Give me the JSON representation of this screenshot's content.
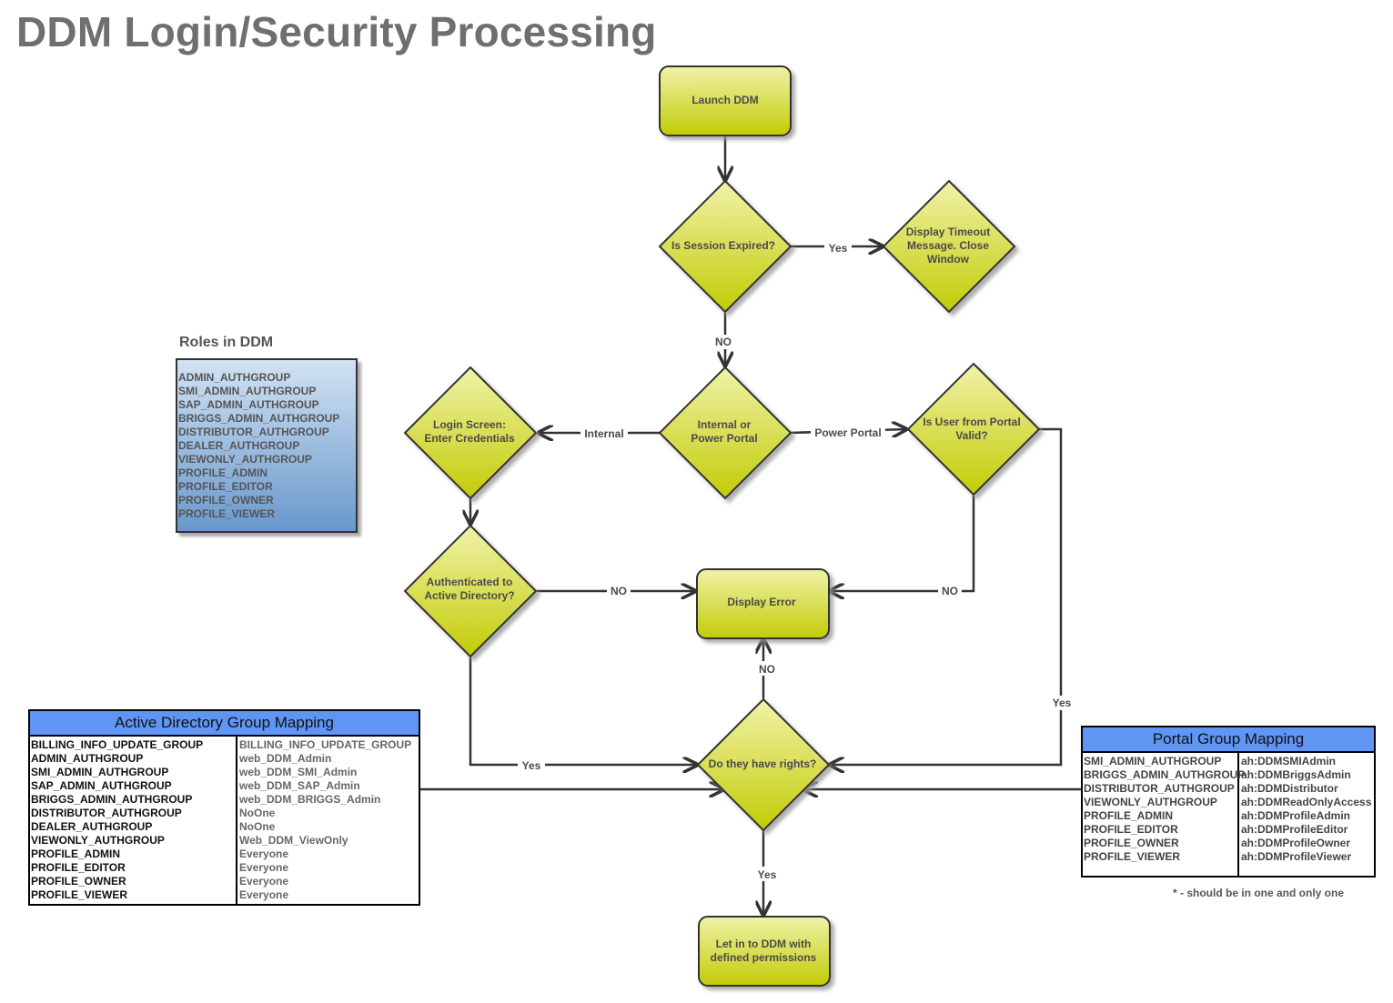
{
  "title": "DDM Login/Security Processing",
  "nodes": {
    "launch": "Launch DDM",
    "session_expired": "Is Session Expired?",
    "timeout": [
      "Display Timeout",
      "Message.  Close",
      "Window"
    ],
    "internal_or_portal": [
      "Internal or",
      "Power Portal"
    ],
    "login_screen": [
      "Login Screen:",
      "Enter Credentials"
    ],
    "portal_valid": [
      "Is User from Portal",
      "Valid?"
    ],
    "authenticated": [
      "Authenticated to",
      "Active Directory?"
    ],
    "display_error": "Display Error",
    "rights": "Do they have rights?",
    "let_in": [
      "Let in to DDM with",
      "defined permissions"
    ]
  },
  "edge_labels": {
    "yes_timeout": "Yes",
    "no_session": "NO",
    "internal": "Internal",
    "power_portal": "Power Portal",
    "no_auth": "NO",
    "no_portal": "NO",
    "no_rights": "NO",
    "yes_portal": "Yes",
    "yes_auth": "Yes",
    "yes_rights": "Yes"
  },
  "roles": {
    "title": "Roles in DDM",
    "items": [
      "ADMIN_AUTHGROUP",
      "SMI_ADMIN_AUTHGROUP",
      "SAP_ADMIN_AUTHGROUP",
      "BRIGGS_ADMIN_AUTHGROUP",
      "DISTRIBUTOR_AUTHGROUP",
      "DEALER_AUTHGROUP",
      "VIEWONLY_AUTHGROUP",
      "PROFILE_ADMIN",
      "PROFILE_EDITOR",
      "PROFILE_OWNER",
      "PROFILE_VIEWER"
    ]
  },
  "ad_mapping": {
    "title": "Active Directory Group Mapping",
    "rows": [
      [
        "BILLING_INFO_UPDATE_GROUP",
        "BILLING_INFO_UPDATE_GROUP"
      ],
      [
        "ADMIN_AUTHGROUP",
        "web_DDM_Admin"
      ],
      [
        "SMI_ADMIN_AUTHGROUP",
        "web_DDM_SMI_Admin"
      ],
      [
        "SAP_ADMIN_AUTHGROUP",
        "web_DDM_SAP_Admin"
      ],
      [
        "BRIGGS_ADMIN_AUTHGROUP",
        "web_DDM_BRIGGS_Admin"
      ],
      [
        "DISTRIBUTOR_AUTHGROUP",
        "NoOne"
      ],
      [
        "DEALER_AUTHGROUP",
        "NoOne"
      ],
      [
        "VIEWONLY_AUTHGROUP",
        "Web_DDM_ViewOnly"
      ],
      [
        "PROFILE_ADMIN",
        "Everyone"
      ],
      [
        "PROFILE_EDITOR",
        "Everyone"
      ],
      [
        "PROFILE_OWNER",
        "Everyone"
      ],
      [
        "PROFILE_VIEWER",
        "Everyone"
      ]
    ]
  },
  "portal_mapping": {
    "title": "Portal Group Mapping",
    "rows": [
      [
        "SMI_ADMIN_AUTHGROUP",
        "ah:DDMSMIAdmin"
      ],
      [
        "BRIGGS_ADMIN_AUTHGROUP",
        "ah:DDMBriggsAdmin"
      ],
      [
        "DISTRIBUTOR_AUTHGROUP",
        "ah:DDMDistributor"
      ],
      [
        "VIEWONLY_AUTHGROUP",
        "ah:DDMReadOnlyAccess"
      ],
      [
        "PROFILE_ADMIN",
        "ah:DDMProfileAdmin"
      ],
      [
        "PROFILE_EDITOR",
        "ah:DDMProfileEditor"
      ],
      [
        "PROFILE_OWNER",
        "ah:DDMProfileOwner"
      ],
      [
        "PROFILE_VIEWER",
        "ah:DDMProfileViewer"
      ]
    ]
  },
  "footnote": "* - should be in one and only one",
  "colors": {
    "shape_fill_top": "#f0f2a8",
    "shape_fill_bottom": "#c2cc06",
    "stroke": "#333333",
    "table_header": "#5f95f5"
  }
}
